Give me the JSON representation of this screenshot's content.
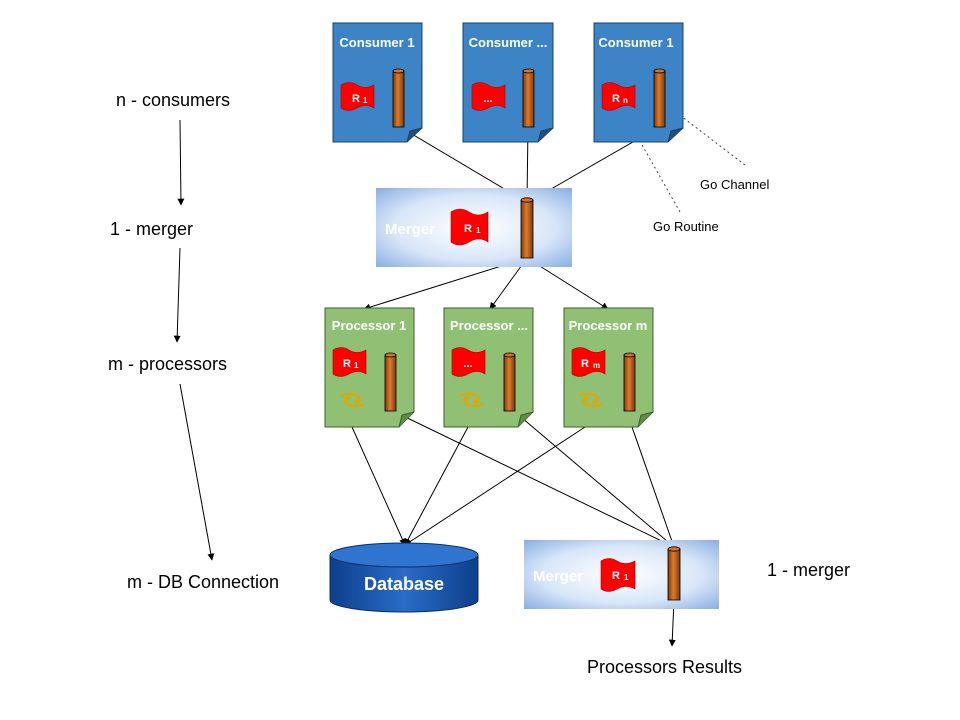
{
  "side_labels": {
    "consumers": "n - consumers",
    "merger_top": "1 - merger",
    "processors": "m - processors",
    "db": "m - DB Connection",
    "merger_bottom": "1 - merger"
  },
  "consumers": [
    {
      "title": "Consumer 1",
      "routine": "R",
      "routine_sub": "1"
    },
    {
      "title": "Consumer ...",
      "routine": "...",
      "routine_sub": ""
    },
    {
      "title": "Consumer 1",
      "routine": "R",
      "routine_sub": "n"
    }
  ],
  "merger_top": {
    "title": "Merger",
    "routine": "R",
    "routine_sub": "1"
  },
  "processors": [
    {
      "title": "Processor 1",
      "routine": "R",
      "routine_sub": "1"
    },
    {
      "title": "Processor ...",
      "routine": "...",
      "routine_sub": ""
    },
    {
      "title": "Processor m",
      "routine": "R",
      "routine_sub": "m"
    }
  ],
  "merger_bottom": {
    "title": "Merger",
    "routine": "R",
    "routine_sub": "1"
  },
  "database": {
    "label": "Database"
  },
  "annotations": {
    "go_channel": "Go Channel",
    "go_routine": "Go Routine"
  },
  "output": {
    "label": "Processors Results"
  },
  "colors": {
    "consumer_fill": "#3d84c6",
    "processor_fill": "#8fc073",
    "merger_gradient_edge": "#7ca6e0",
    "routine_red": "#ff0000",
    "channel_orange": "#c8621a",
    "database_blue": "#1550a8"
  }
}
